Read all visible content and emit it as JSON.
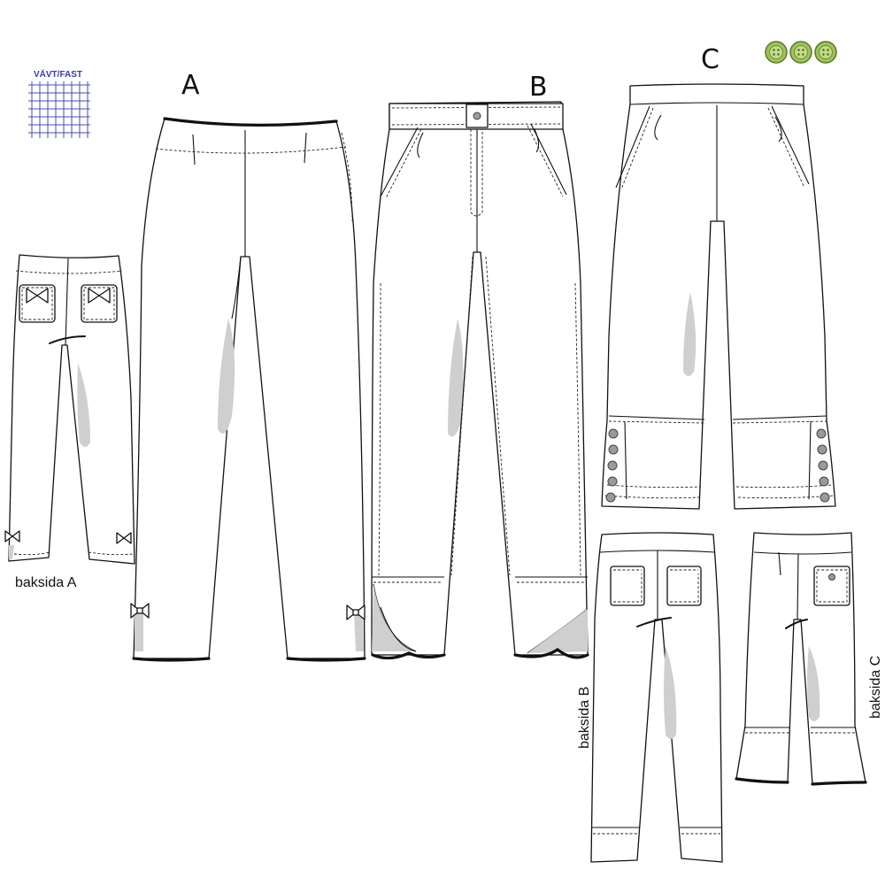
{
  "fabric_swatch": {
    "label": "VÄVT/FAST",
    "color": "#4a4ab8"
  },
  "views": {
    "a_front": {
      "label": "A"
    },
    "b_front": {
      "label": "B"
    },
    "c_front": {
      "label": "C"
    },
    "a_back": {
      "label": "baksida A"
    },
    "b_back": {
      "label": "baksida B"
    },
    "c_back": {
      "label": "baksida C"
    }
  },
  "notions": {
    "buttons": {
      "count": 3,
      "icon": "green-four-hole-button",
      "color": "#9fc25a"
    }
  }
}
